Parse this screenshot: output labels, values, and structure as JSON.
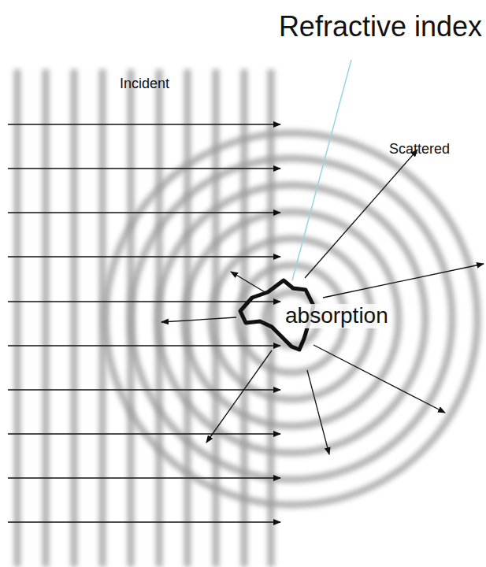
{
  "diagram": {
    "labels": [
      "Refractive index",
      "Incident",
      "Scattered",
      "absorption"
    ]
  }
}
